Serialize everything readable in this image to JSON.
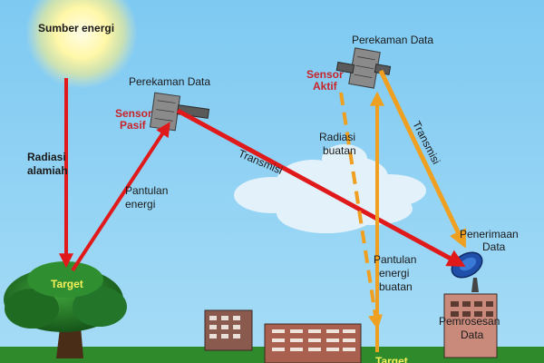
{
  "labels": {
    "source": "Sumber energi",
    "natural_radiation": [
      "Radiasi",
      "alamiah"
    ],
    "target_left": "Target",
    "energy_reflection": [
      "Pantulan",
      "energi"
    ],
    "recording_passive": "Perekaman Data",
    "passive_sensor": [
      "Sensor",
      "Pasif"
    ],
    "transmission_1": "Transmisi",
    "recording_active": "Perekaman Data",
    "active_sensor": [
      "Sensor",
      "Aktif"
    ],
    "artificial_radiation": [
      "Radiasi",
      "buatan"
    ],
    "transmission_2": "Transmisi",
    "data_reception": [
      "Penerimaan",
      "Data"
    ],
    "artificial_reflection": [
      "Pantulan",
      "energi",
      "buatan"
    ],
    "data_processing": [
      "Pemrosesan",
      "Data"
    ],
    "target_right": "Target"
  },
  "colors": {
    "sky": "#7cc7f0",
    "ground": "#2e8a2a",
    "red_arrow": "#e0191b",
    "orange_arrow": "#f0a020",
    "sensor_text": "#c8242a",
    "target_text": "#f6f05a"
  }
}
